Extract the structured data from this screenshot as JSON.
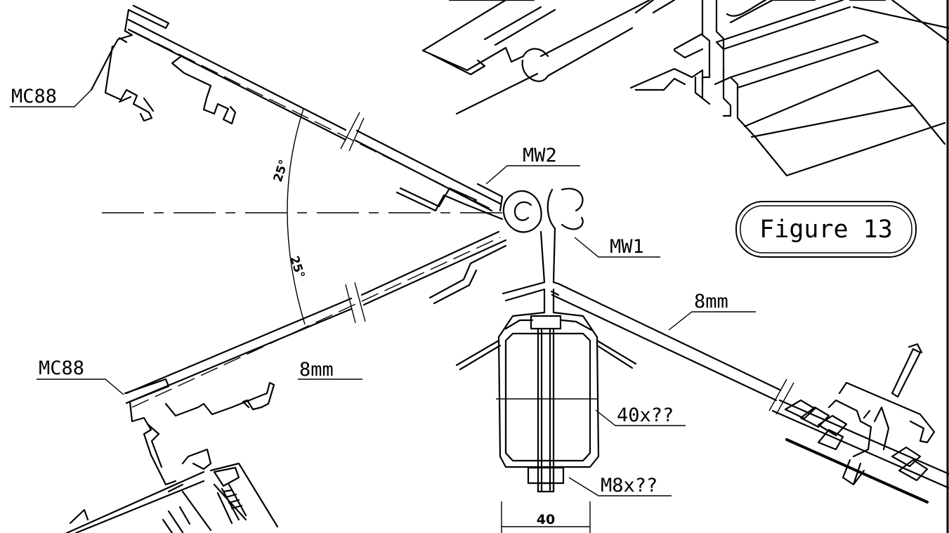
{
  "figure_title": "Figure 13",
  "labels": {
    "mc88_top": "MC88",
    "mc88_bottom": "MC88",
    "mw2": "MW2",
    "mw1": "MW1",
    "thickness_left": "8mm",
    "thickness_right": "8mm",
    "tube": "40x??",
    "bolt": "M8x??"
  },
  "angles": {
    "upper": "25°",
    "lower": "25°"
  },
  "dimension_width": "40"
}
